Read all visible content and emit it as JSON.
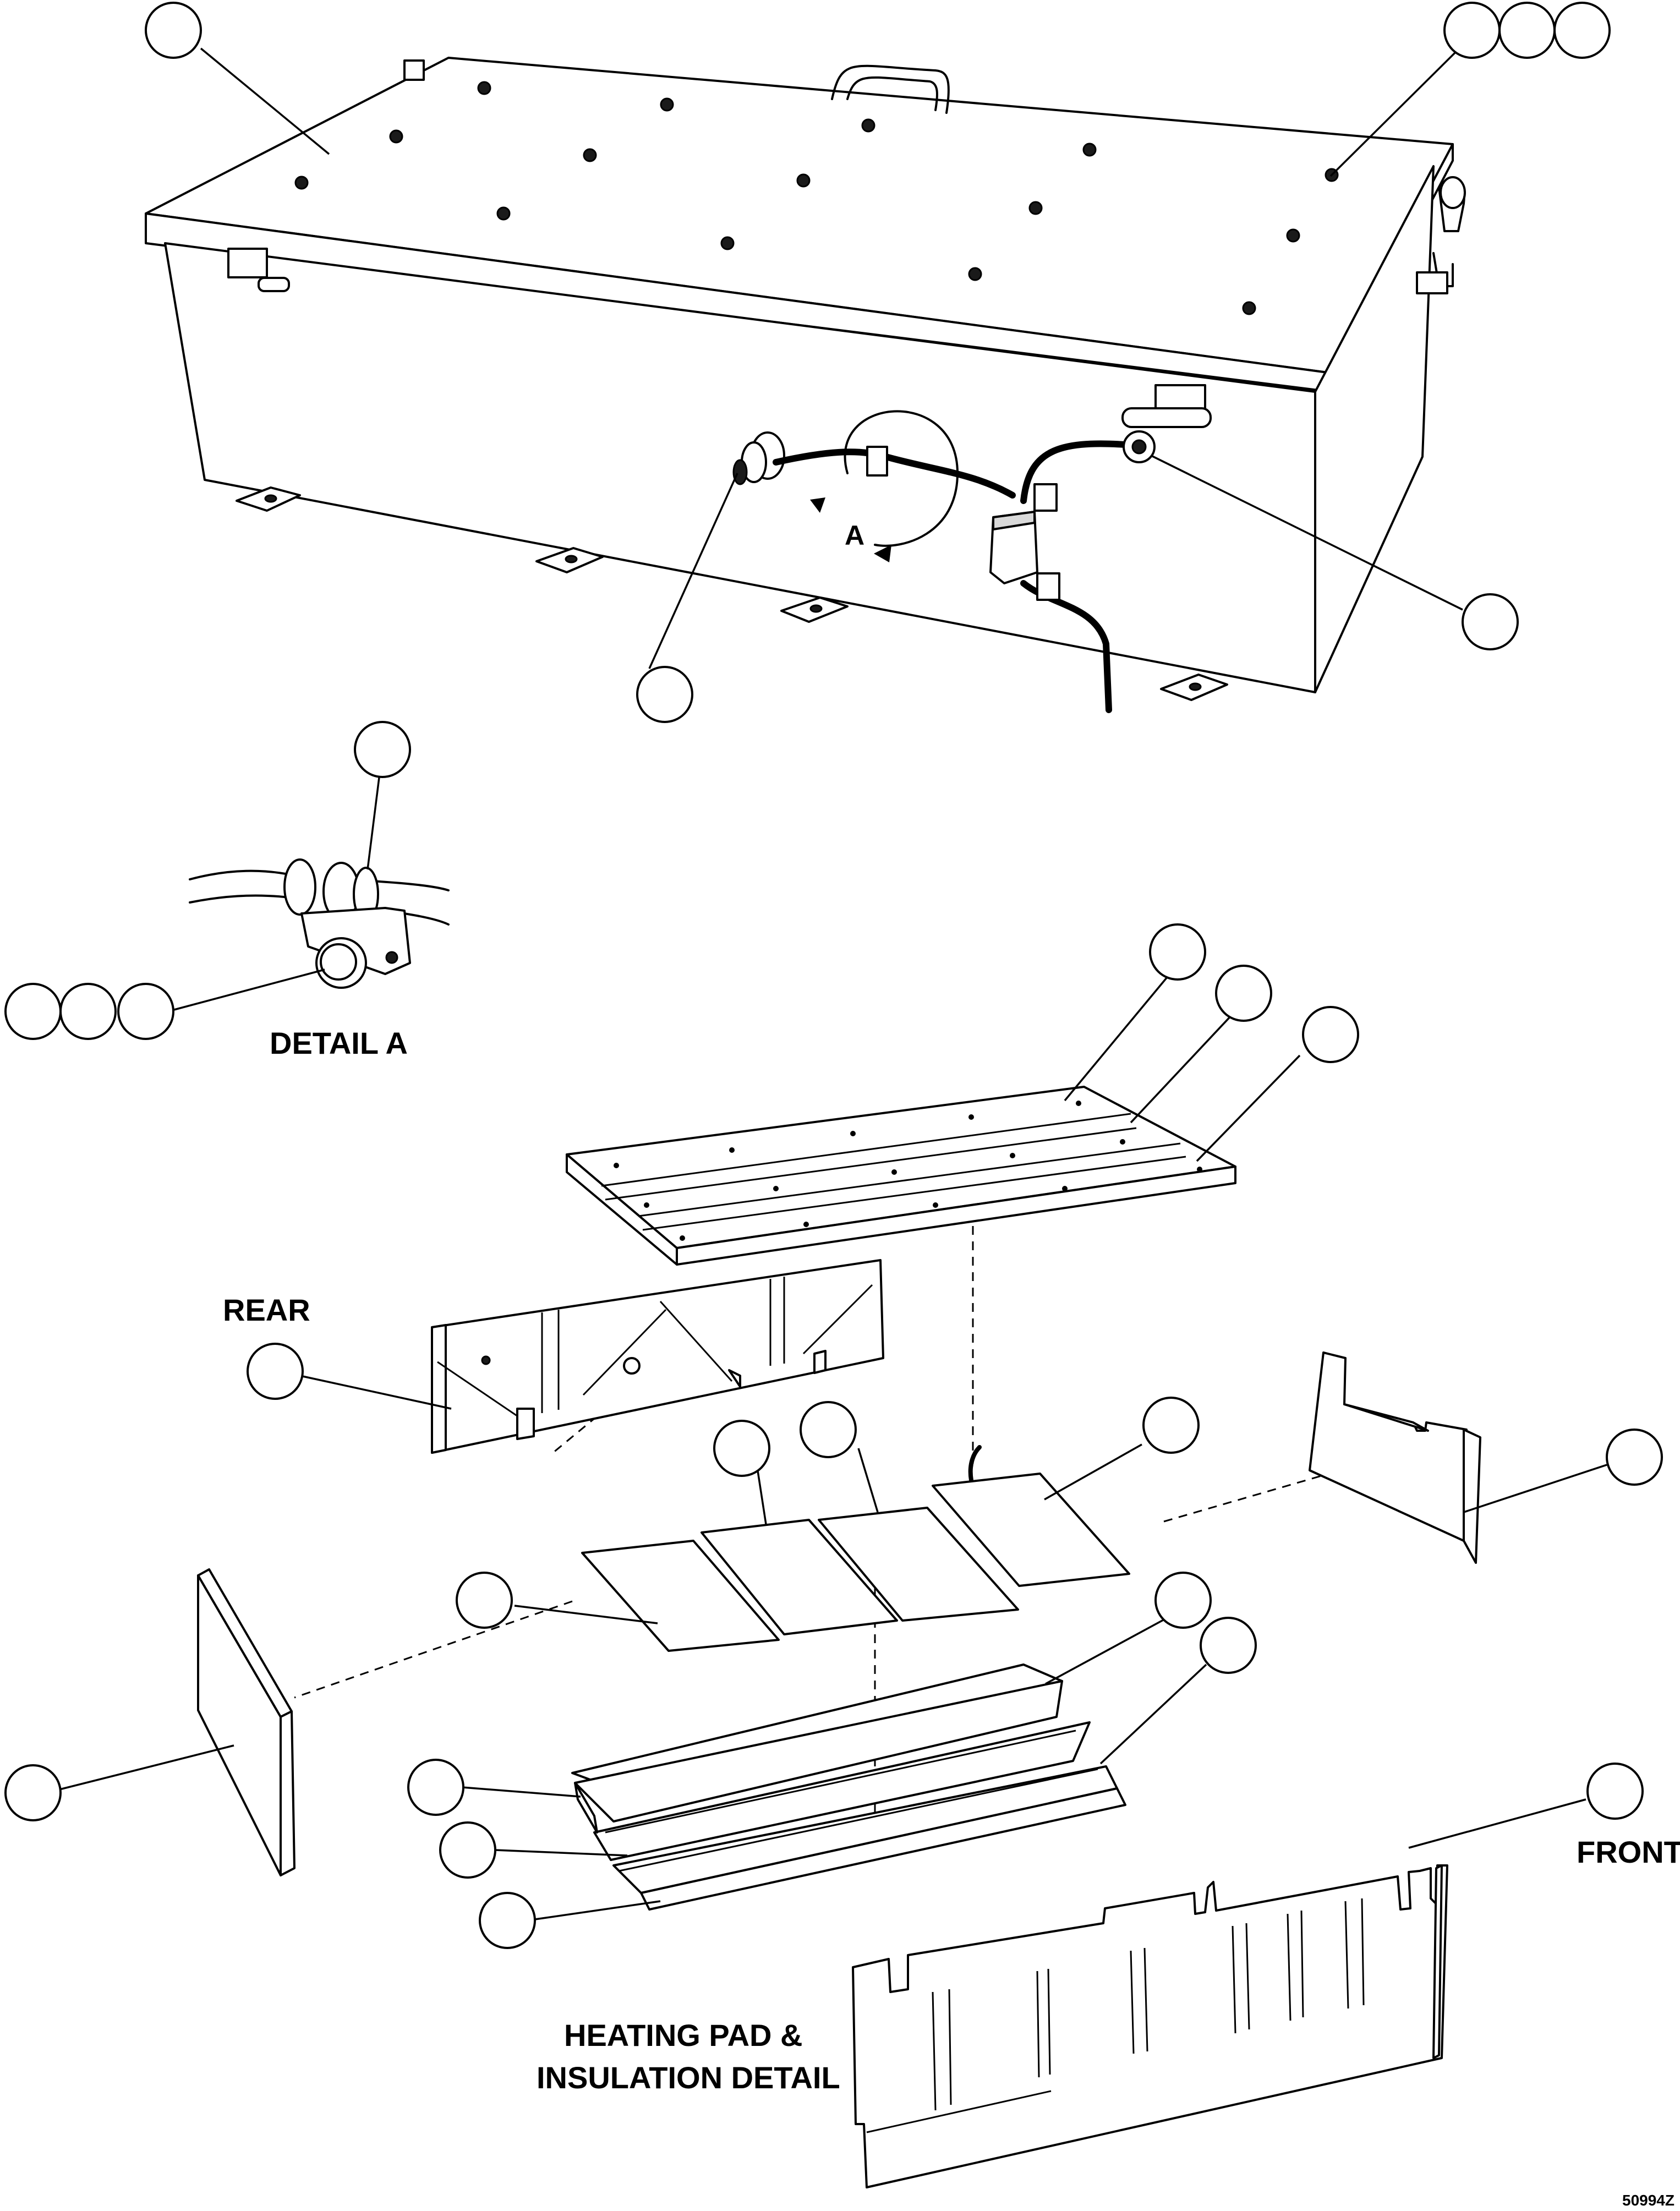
{
  "labels": {
    "detail_a_title": "DETAIL A",
    "view_marker": "A",
    "rear": "REAR",
    "front": "FRONT",
    "heating_line1": "HEATING PAD &",
    "heating_line2": "INSULATION DETAIL",
    "figure_id": "50994Z"
  },
  "colors": {
    "line": "#000000",
    "background": "#ffffff",
    "shade": "#d9d9d9"
  }
}
